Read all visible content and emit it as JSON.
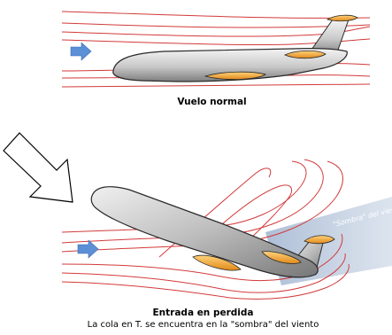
{
  "top_panel": {
    "caption": "Vuelo normal"
  },
  "bottom_panel": {
    "caption_title": "Entrada en perdida",
    "caption_subtitle": "La cola en T. se encuentra en la \"sombra\" del viento",
    "shadow_label": "\"Sombra\" del viento"
  },
  "colors": {
    "streamline": "#d23a3a",
    "fuselage_light": "#ececec",
    "fuselage_dark": "#8c8c8c",
    "engine": "#f2a93a",
    "wind_arrow": "#5b8fd6",
    "shadow": "#b9c8dc"
  }
}
